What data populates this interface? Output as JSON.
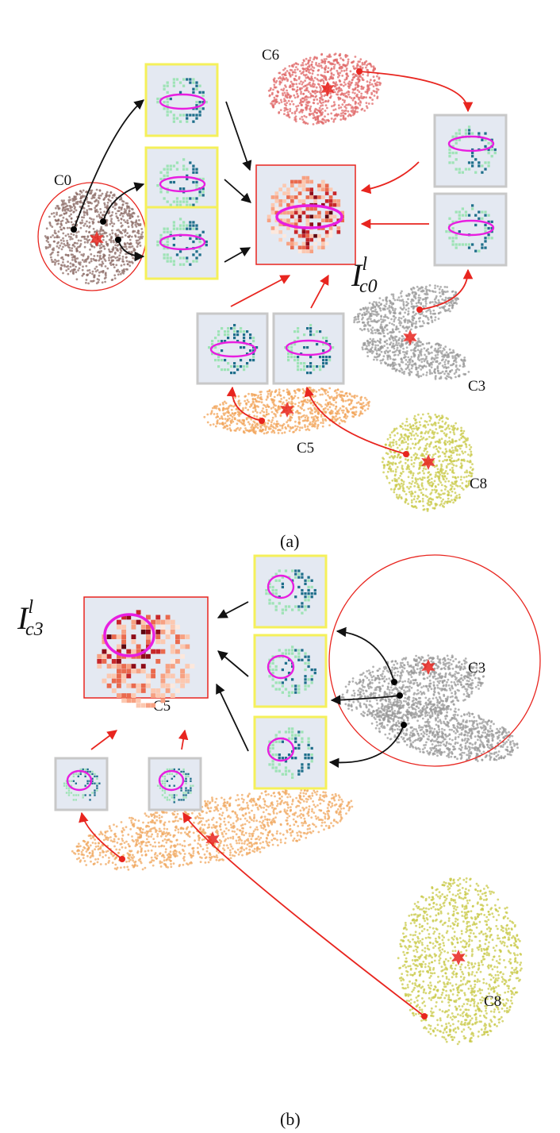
{
  "panel_a": {
    "caption": "(a)",
    "importance_label": {
      "base": "I",
      "sup": "l",
      "sub": "c0"
    },
    "clusters": [
      {
        "id": "c0",
        "label": "C0",
        "color": "#8e6e68",
        "highlighted": true
      },
      {
        "id": "c6",
        "label": "C6",
        "color": "#e06a6a"
      },
      {
        "id": "c3",
        "label": "C3",
        "color": "#9a9a9a"
      },
      {
        "id": "c5",
        "label": "C5",
        "color": "#f2a45a"
      },
      {
        "id": "c8",
        "label": "C8",
        "color": "#c9c94a"
      }
    ]
  },
  "panel_b": {
    "caption": "(b)",
    "importance_label": {
      "base": "I",
      "sup": "l",
      "sub": "c3"
    },
    "clusters": [
      {
        "id": "c3",
        "label": "C3",
        "color": "#9a9a9a",
        "highlighted": true
      },
      {
        "id": "c5",
        "label": "C5",
        "color": "#f0a860"
      },
      {
        "id": "c8",
        "label": "C8",
        "color": "#c9c94a"
      }
    ]
  },
  "colors": {
    "same_cluster_arrow": "#111111",
    "other_cluster_arrow": "#e8251f",
    "center_star": "#e8251f",
    "focus_ellipse": "#e81ee0",
    "same_cluster_frame": "#f5f05a",
    "other_cluster_frame": "#c8c8c8",
    "importance_frame": "#e8251f",
    "highlight_circle": "#e8251f",
    "thumb_background": "#e4e9f2",
    "digit_light": "#9ee3b6",
    "digit_dark": "#1f6f8b",
    "heat_low": "#fde3d6",
    "heat_high": "#6e0712"
  }
}
